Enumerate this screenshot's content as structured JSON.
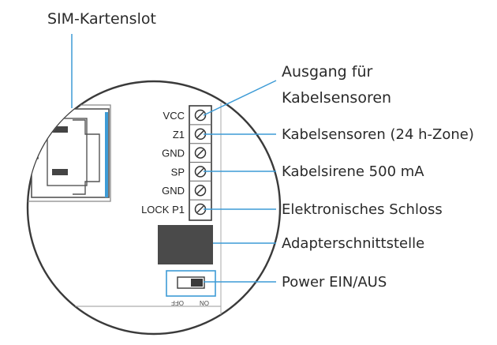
{
  "labels": {
    "sim_slot": "SIM-Kartenslot",
    "wired_output_line1": "Ausgang für",
    "wired_output_line2": "Kabelsensoren",
    "wired_sensors": "Kabelsensoren (24 h-Zone)",
    "wired_siren": "Kabelsirene 500 mA",
    "electronic_lock": "Elektronisches Schloss",
    "adapter_interface": "Adapterschnittstelle",
    "power_switch": "Power EIN/AUS"
  },
  "terminals": [
    "VCC",
    "Z1",
    "GND",
    "SP",
    "GND",
    "LOCK P1"
  ],
  "switch": {
    "off_label": "OFF",
    "on_label": "ON"
  },
  "colors": {
    "leader_line": "#3d9bd6",
    "outline": "#3a3a3a",
    "adapter_block": "#4a4a4a",
    "text": "#2a2a2a"
  }
}
